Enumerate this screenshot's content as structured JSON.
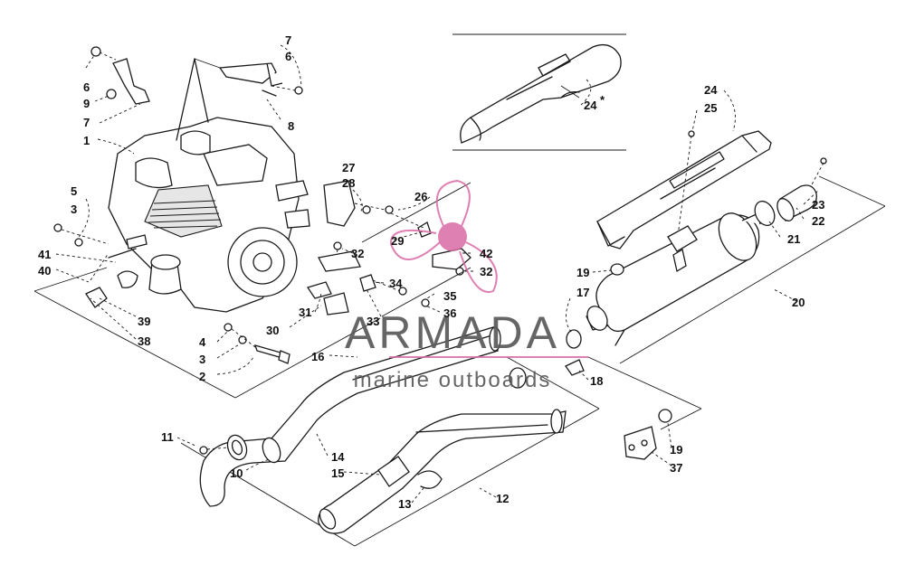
{
  "callouts": [
    {
      "id": "c-7a",
      "text": "7"
    },
    {
      "id": "c-6a",
      "text": "6"
    },
    {
      "id": "c-6b",
      "text": "6"
    },
    {
      "id": "c-9",
      "text": "9"
    },
    {
      "id": "c-7b",
      "text": "7"
    },
    {
      "id": "c-8",
      "text": "8"
    },
    {
      "id": "c-1",
      "text": "1"
    },
    {
      "id": "c-5",
      "text": "5"
    },
    {
      "id": "c-3a",
      "text": "3"
    },
    {
      "id": "c-27",
      "text": "27"
    },
    {
      "id": "c-28",
      "text": "28"
    },
    {
      "id": "c-26",
      "text": "26"
    },
    {
      "id": "c-29",
      "text": "29"
    },
    {
      "id": "c-32a",
      "text": "32"
    },
    {
      "id": "c-42",
      "text": "42"
    },
    {
      "id": "c-32b",
      "text": "32"
    },
    {
      "id": "c-41",
      "text": "41"
    },
    {
      "id": "c-40",
      "text": "40"
    },
    {
      "id": "c-39",
      "text": "39"
    },
    {
      "id": "c-38",
      "text": "38"
    },
    {
      "id": "c-31",
      "text": "31"
    },
    {
      "id": "c-30",
      "text": "30"
    },
    {
      "id": "c-33",
      "text": "33"
    },
    {
      "id": "c-34",
      "text": "34"
    },
    {
      "id": "c-35",
      "text": "35"
    },
    {
      "id": "c-36",
      "text": "36"
    },
    {
      "id": "c-4",
      "text": "4"
    },
    {
      "id": "c-3b",
      "text": "3"
    },
    {
      "id": "c-2",
      "text": "2"
    },
    {
      "id": "c-16",
      "text": "16"
    },
    {
      "id": "c-24a",
      "text": "24"
    },
    {
      "id": "c-24b",
      "text": "24"
    },
    {
      "id": "c-25",
      "text": "25"
    },
    {
      "id": "c-23",
      "text": "23"
    },
    {
      "id": "c-22",
      "text": "22"
    },
    {
      "id": "c-21",
      "text": "21"
    },
    {
      "id": "c-19a",
      "text": "19"
    },
    {
      "id": "c-17",
      "text": "17"
    },
    {
      "id": "c-20",
      "text": "20"
    },
    {
      "id": "c-18",
      "text": "18"
    },
    {
      "id": "c-19b",
      "text": "19"
    },
    {
      "id": "c-37",
      "text": "37"
    },
    {
      "id": "c-11",
      "text": "11"
    },
    {
      "id": "c-10",
      "text": "10"
    },
    {
      "id": "c-14",
      "text": "14"
    },
    {
      "id": "c-15",
      "text": "15"
    },
    {
      "id": "c-13",
      "text": "13"
    },
    {
      "id": "c-12",
      "text": "12"
    }
  ],
  "asterisk": "*",
  "watermark": {
    "brand": "ARMADA",
    "tagline": "marine outboards",
    "accent_color": "#d96aa6",
    "text_color": "#5a5a5a"
  }
}
